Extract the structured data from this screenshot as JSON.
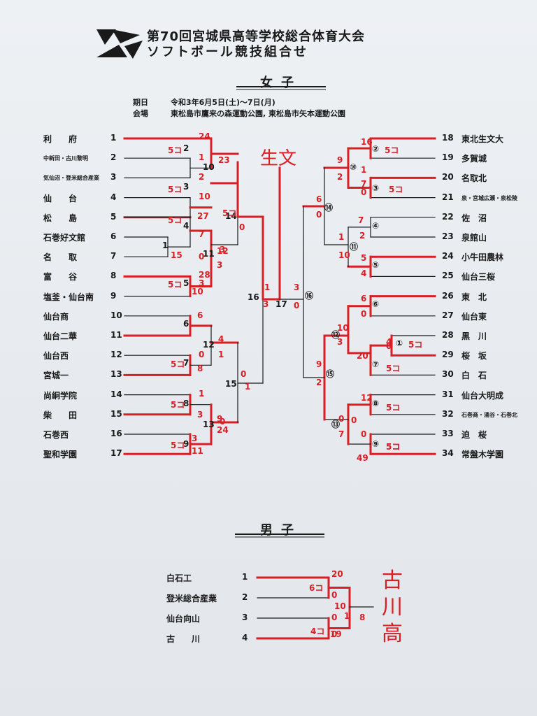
{
  "header": {
    "title_line1": "第70回宮城県高等学校総合体育大会",
    "title_line2": "ソフトボール競技組合せ"
  },
  "women": {
    "section_title": "女子",
    "period_label": "期日",
    "period_value": "令和3年6月5日(土)～7日(月)",
    "venue_label": "会場",
    "venue_value": "東松島市鷹来の森運動公園, 東松島市矢本運動公園",
    "winner_handwritten": "生文",
    "left_teams": [
      {
        "no": "1",
        "name": "利　　府"
      },
      {
        "no": "2",
        "name": "中新田・古川黎明"
      },
      {
        "no": "3",
        "name": "気仙沼・登米総合産業"
      },
      {
        "no": "4",
        "name": "仙　　台"
      },
      {
        "no": "5",
        "name": "松　　島"
      },
      {
        "no": "6",
        "name": "石巻好文館"
      },
      {
        "no": "7",
        "name": "名　　取"
      },
      {
        "no": "8",
        "name": "富　　谷"
      },
      {
        "no": "9",
        "name": "塩釜・仙台南"
      },
      {
        "no": "10",
        "name": "仙台商"
      },
      {
        "no": "11",
        "name": "仙台二華"
      },
      {
        "no": "12",
        "name": "仙台西"
      },
      {
        "no": "13",
        "name": "宮城一"
      },
      {
        "no": "14",
        "name": "尚絅学院"
      },
      {
        "no": "15",
        "name": "柴　　田"
      },
      {
        "no": "16",
        "name": "石巻西"
      },
      {
        "no": "17",
        "name": "聖和学園"
      }
    ],
    "right_teams": [
      {
        "no": "18",
        "name": "東北生文大"
      },
      {
        "no": "19",
        "name": "多賀城"
      },
      {
        "no": "20",
        "name": "名取北"
      },
      {
        "no": "21",
        "name": "泉・宮城広瀬・泉松陵"
      },
      {
        "no": "22",
        "name": "佐　沼"
      },
      {
        "no": "23",
        "name": "泉館山"
      },
      {
        "no": "24",
        "name": "小牛田農林"
      },
      {
        "no": "25",
        "name": "仙台三桜"
      },
      {
        "no": "26",
        "name": "東　北"
      },
      {
        "no": "27",
        "name": "仙台東"
      },
      {
        "no": "28",
        "name": "黒　川"
      },
      {
        "no": "29",
        "name": "桜　坂"
      },
      {
        "no": "30",
        "name": "白　石"
      },
      {
        "no": "31",
        "name": "仙台大明成"
      },
      {
        "no": "32",
        "name": "石巻商・涌谷・石巻北"
      },
      {
        "no": "33",
        "name": "迫　桜"
      },
      {
        "no": "34",
        "name": "常盤木学園"
      }
    ],
    "left_matches": [
      "2",
      "3",
      "4",
      "1",
      "5",
      "6",
      "7",
      "8",
      "9",
      "10",
      "11",
      "12",
      "13",
      "14",
      "15",
      "16"
    ],
    "right_matches": [
      "②",
      "③",
      "④",
      "⑤",
      "⑥",
      "①",
      "⑦",
      "⑧",
      "⑨",
      "⑩",
      "⑪",
      "⑫",
      "⑬",
      "⑭",
      "⑮",
      "⑯"
    ],
    "final_match": "17",
    "left_scores": [
      "24",
      "5コ",
      "1",
      "23",
      "5コ",
      "2",
      "10",
      "0",
      "3",
      "5コ",
      "5コ",
      "27",
      "7",
      "0",
      "15",
      "12",
      "3",
      "5コ",
      "28",
      "3",
      "10",
      "1",
      "6",
      "4",
      "5コ",
      "0",
      "1",
      "8",
      "5コ",
      "1",
      "3",
      "9",
      "0",
      "5コ",
      "3",
      "0",
      "24",
      "11",
      "3",
      "1"
    ],
    "right_scores": [
      "16",
      "5コ",
      "9",
      "2",
      "1",
      "7",
      "5コ",
      "0",
      "6",
      "0",
      "7",
      "2",
      "1",
      "10",
      "5",
      "4",
      "6",
      "0",
      "10",
      "3",
      "5コ",
      "20",
      "4",
      "5コ",
      "0",
      "12",
      "5コ",
      "0",
      "0",
      "5コ",
      "7",
      "9",
      "2",
      "0",
      "5コ",
      "49",
      "3",
      "0"
    ]
  },
  "men": {
    "section_title": "男子",
    "teams": [
      {
        "no": "1",
        "name": "白石工"
      },
      {
        "no": "2",
        "name": "登米総合産業"
      },
      {
        "no": "3",
        "name": "仙台向山"
      },
      {
        "no": "4",
        "name": "古　　川"
      }
    ],
    "winner_handwritten": "古川高",
    "scores": [
      "20",
      "0",
      "0",
      "0",
      "10",
      "1",
      "8",
      "19"
    ],
    "marks": [
      "6コ",
      "4コ"
    ]
  },
  "colors": {
    "ink": "#1a1a1a",
    "red": "#d81f26",
    "paper": "#e9edf1"
  }
}
